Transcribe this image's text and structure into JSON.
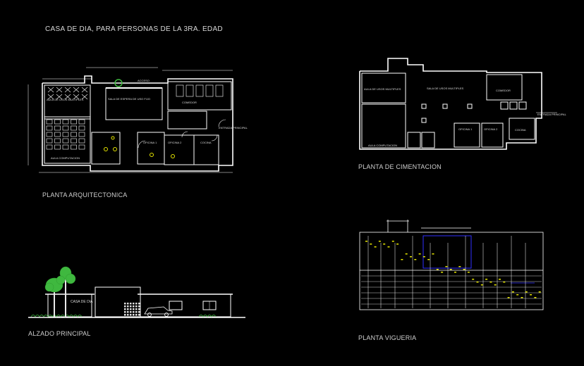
{
  "title": "CASA DE DIA, PARA PERSONAS DE LA 3RA. EDAD",
  "plans": {
    "arquitectonica": {
      "label": "PLANTA ARQUITECTONICA",
      "rooms": {
        "usos_multiples": "AULA DE USOS MULTIPLES",
        "computacion": "AULA COMPUTACION",
        "sala": "SALA DE ESPERA DE USO FIJO",
        "comedor": "COMEDOR",
        "oficina1": "OFICINA 1",
        "oficina2": "OFICINA 2",
        "cocina": "COCINA",
        "entrada": "ENTRADA PRINCIPAL",
        "acceso": "ACCESO"
      }
    },
    "cimentacion": {
      "label": "PLANTA DE CIMENTACION",
      "rooms": {
        "usos_multiples": "AULA DE USOS MULTIPLES",
        "computacion": "AULA COMPUTACION",
        "sala": "SALA DE USOS MULTIPLES",
        "comedor": "COMEDOR",
        "oficina1": "OFICINA 1",
        "oficina2": "OFICINA 2",
        "cocina": "COCINA",
        "entrada": "ENTRADA PRINCIPAL"
      }
    },
    "alzado": {
      "label": "ALZADO PRINCIPAL",
      "sign": "CASA DE DIA"
    },
    "vigueria": {
      "label": "PLANTA VIGUERIA"
    }
  },
  "colors": {
    "background": "#000000",
    "lines": "#ffffff",
    "text": "#cfcfcf",
    "palm": "#3fb83f",
    "beam_marks": "#e6e600",
    "blue_lines": "#3030ff",
    "hatch_red": "#cc3030"
  }
}
